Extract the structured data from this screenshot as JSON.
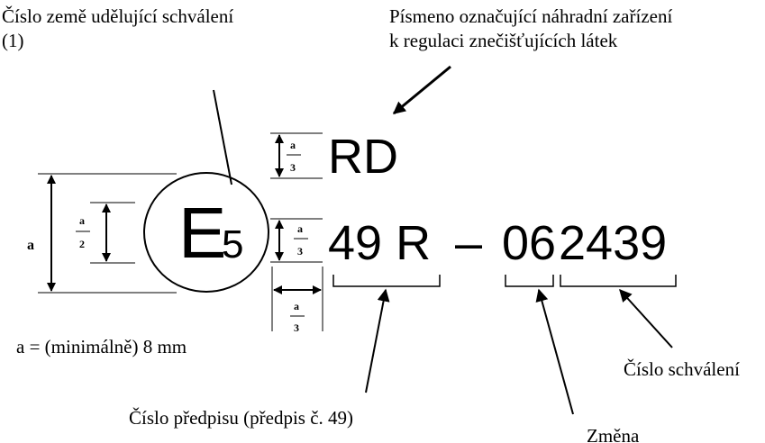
{
  "labels": {
    "country_number": "Číslo země udělující schválení",
    "country_number_note": "(1)",
    "letter_meaning_line1": "Písmeno označující náhradní zařízení",
    "letter_meaning_line2": "k regulaci znečišťujících látek",
    "min_size": "a = (minimálně) 8 mm",
    "regulation_number": "Číslo předpisu (předpis č. 49)",
    "approval_number": "Číslo schválení",
    "amendment": "Změna"
  },
  "mark": {
    "letter": "E",
    "country_code": "5",
    "suffix": "RD",
    "regulation": "49 R",
    "dash": "–",
    "series": "06",
    "approval": "2439"
  },
  "dimensions": {
    "a": "a",
    "a_over_2_num": "a",
    "a_over_2_den": "2",
    "rd_height_num": "a",
    "rd_height_den": "3",
    "line_height_num": "a",
    "line_height_den": "3",
    "gap_num": "a",
    "gap_den": "3"
  }
}
